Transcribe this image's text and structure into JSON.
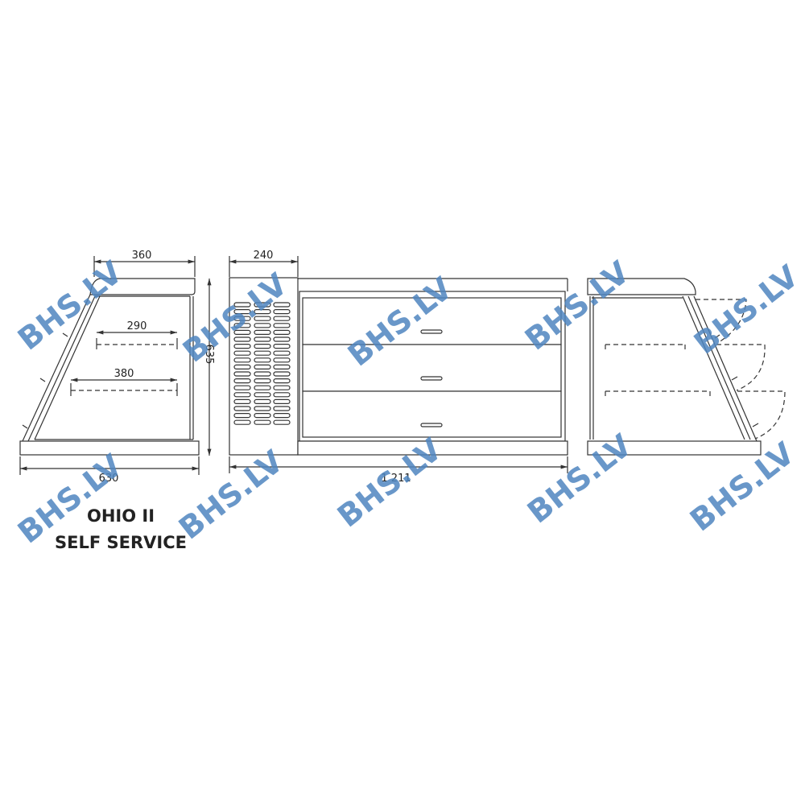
{
  "title": {
    "line1": "OHIO II",
    "line2": "SELF SERVICE"
  },
  "dimensions": {
    "side_top_width": "360",
    "side_base_width": "630",
    "height": "635",
    "shelf_upper": "290",
    "shelf_lower": "380",
    "compressor_width": "240",
    "total_length": "1 211"
  },
  "watermark": "BHS.LV",
  "colors": {
    "watermark": "#4f86c0",
    "lines": "#333333"
  }
}
